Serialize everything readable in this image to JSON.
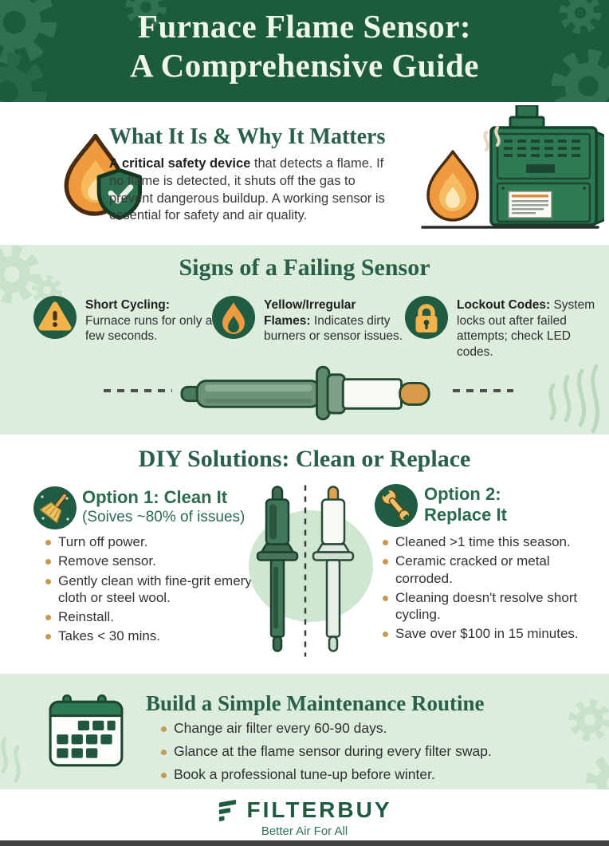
{
  "header": {
    "title_line1": "Furnace Flame Sensor:",
    "title_line2": "A Comprehensive Guide"
  },
  "what_it_is": {
    "heading": "What It Is & Why It Matters",
    "icon": "flame-shield-icon",
    "illustration": "furnace-icon",
    "body_bold": "A critical safety device",
    "body_rest": " that detects a flame. If no flame is detected, it shuts off the gas to prevent dangerous buildup. A working sensor is essential for safety and air quality."
  },
  "signs": {
    "heading": "Signs of a Failing Sensor",
    "items": [
      {
        "icon": "warning-triangle-icon",
        "title": "Short Cycling:",
        "text": "Furnace runs for only a few seconds."
      },
      {
        "icon": "flame-icon",
        "title": "Yellow/Irregular Flames:",
        "text": "Indicates dirty burners or sensor issues."
      },
      {
        "icon": "lock-icon",
        "title": "Lockout Codes:",
        "text": "System locks out after failed attempts; check LED codes."
      }
    ],
    "illustration": "flame-sensor-rod-icon"
  },
  "diy": {
    "heading": "DIY Solutions: Clean or Replace",
    "option1": {
      "icon": "broom-icon",
      "title": "Option 1: Clean It",
      "subtitle": "(Soives ~80% of issues)",
      "bullets": [
        "Turn off power.",
        "Remove sensor.",
        "Gently clean with fine-grit emery cloth or steel wool.",
        "Reinstall.",
        "Takes < 30 mins."
      ]
    },
    "option2": {
      "icon": "wrench-icon",
      "title_line1": "Option 2:",
      "title_line2": "Replace It",
      "bullets": [
        "Cleaned >1 time this season.",
        "Ceramic cracked or metal corroded.",
        "Cleaning doesn't resolve short cycling.",
        "Save over $100 in 15 minutes."
      ]
    },
    "illustration": "dirty-vs-clean-sensor-icon"
  },
  "maintenance": {
    "heading": "Build a Simple Maintenance Routine",
    "icon": "calendar-icon",
    "bullets": [
      "Change air filter every 60-90 days.",
      "Glance at the flame sensor during every filter swap.",
      "Book a professional tune-up before winter."
    ]
  },
  "footer": {
    "icon": "filterbuy-logo-icon",
    "brand": "FILTERBUY",
    "tagline": "Better Air For All"
  },
  "colors": {
    "header_green": "#1d5b3d",
    "heading_green": "#2a6049",
    "section_light_green": "#dcedde",
    "icon_circle_green": "#1f5c41",
    "accent_orange": "#ef9a3e",
    "bullet_tan": "#c49a55",
    "body_text": "#3a3a3a",
    "brand_green": "#1e5b40"
  }
}
